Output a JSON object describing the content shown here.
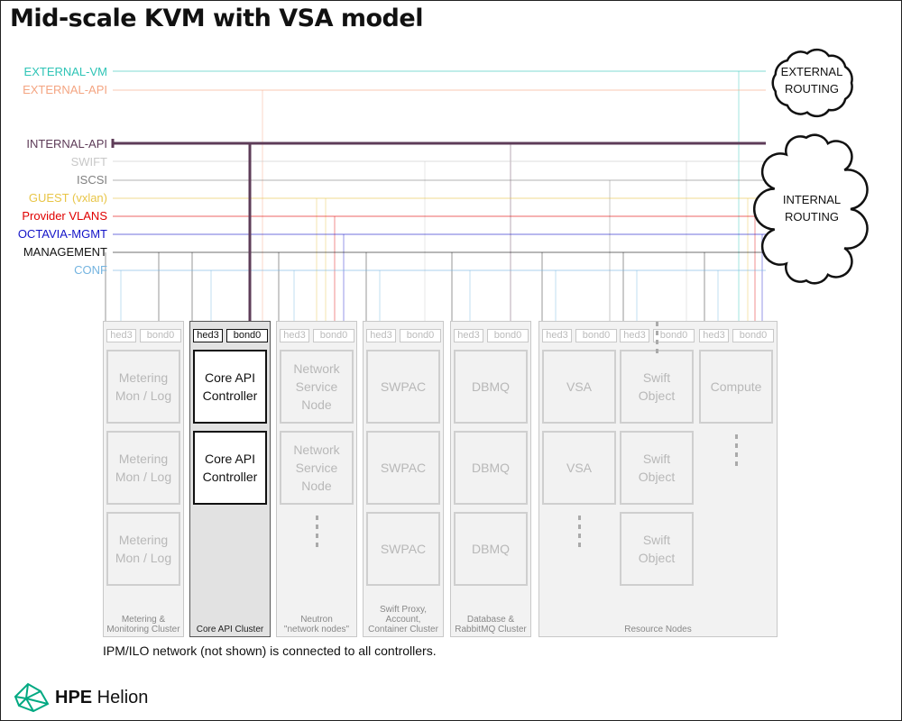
{
  "title": "Mid-scale KVM with VSA model",
  "networks": [
    {
      "label": "EXTERNAL-VM",
      "color": "#2ec4b6"
    },
    {
      "label": "EXTERNAL-API",
      "color": "#f4a582"
    },
    {
      "label": "INTERNAL-API",
      "color": "#5e3c58"
    },
    {
      "label": "SWIFT",
      "color": "#c8c8c8"
    },
    {
      "label": "ISCSI",
      "color": "#808080"
    },
    {
      "label": "GUEST (vxlan)",
      "color": "#e8c547"
    },
    {
      "label": "Provider VLANS",
      "color": "#e00000"
    },
    {
      "label": "OCTAVIA-MGMT",
      "color": "#1414c8"
    },
    {
      "label": "MANAGEMENT",
      "color": "#111111"
    },
    {
      "label": "CONF",
      "color": "#74b4e0"
    }
  ],
  "clouds": {
    "external": "EXTERNAL\nROUTING",
    "internal": "INTERNAL\nROUTING"
  },
  "clusters": [
    {
      "caption": "Metering &\nMonitoring Cluster",
      "active": false,
      "columns": [
        {
          "tags": [
            "hed3",
            "bond0"
          ],
          "nodes": [
            "Metering\nMon / Log",
            "Metering\nMon / Log",
            "Metering\nMon / Log"
          ],
          "more": false
        }
      ]
    },
    {
      "caption": "Core API Cluster",
      "active": true,
      "columns": [
        {
          "tags": [
            "hed3",
            "bond0"
          ],
          "nodes": [
            "Core API\nController",
            "Core API\nController"
          ],
          "more": false
        }
      ]
    },
    {
      "caption": "Neutron\n\"network nodes\"",
      "active": false,
      "columns": [
        {
          "tags": [
            "hed3",
            "bond0"
          ],
          "nodes": [
            "Network\nService\nNode",
            "Network\nService\nNode"
          ],
          "more": true
        }
      ]
    },
    {
      "caption": "Swift Proxy,\nAccount,\nContainer Cluster",
      "active": false,
      "columns": [
        {
          "tags": [
            "hed3",
            "bond0"
          ],
          "nodes": [
            "SWPAC",
            "SWPAC",
            "SWPAC"
          ],
          "more": false
        }
      ]
    },
    {
      "caption": "Database &\nRabbitMQ Cluster",
      "active": false,
      "columns": [
        {
          "tags": [
            "hed3",
            "bond0"
          ],
          "nodes": [
            "DBMQ",
            "DBMQ",
            "DBMQ"
          ],
          "more": false
        }
      ]
    },
    {
      "caption": "Resource Nodes",
      "active": false,
      "columns": [
        {
          "tags": [
            "hed3",
            "bond0"
          ],
          "nodes": [
            "VSA",
            "VSA"
          ],
          "more": true
        },
        {
          "tags": [
            "hed3",
            "bond0"
          ],
          "nodes": [
            "Swift\nObject",
            "Swift\nObject",
            "Swift\nObject"
          ],
          "more": true
        },
        {
          "tags": [
            "hed3",
            "bond0"
          ],
          "nodes": [
            "Compute"
          ],
          "more": true
        }
      ]
    }
  ],
  "note": "IPM/ILO network (not shown) is connected to all controllers.",
  "brand": {
    "strong": "HPE",
    "rest": " Helion"
  }
}
